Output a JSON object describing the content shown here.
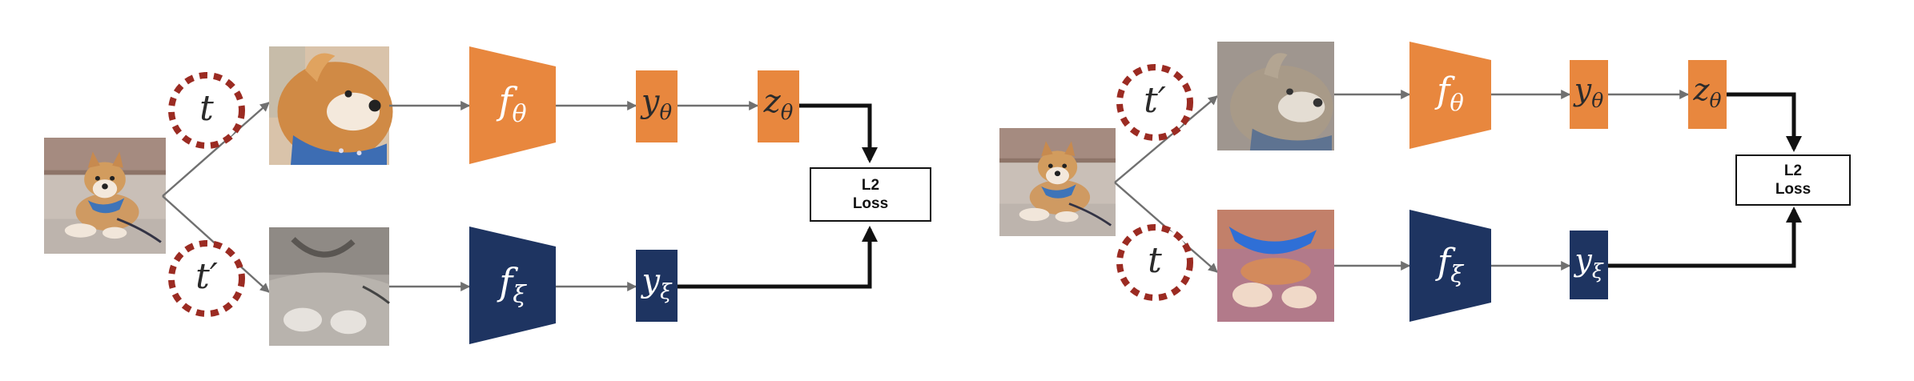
{
  "colors": {
    "online": "#E8873E",
    "target": "#1E3461",
    "aug_circle": "#9B2B22",
    "thin_arrow": "#707070",
    "loss_arrow": "#111111"
  },
  "left": {
    "aug_top": {
      "symbol": "t"
    },
    "aug_bottom": {
      "symbol": "t",
      "prime": "′"
    },
    "online": {
      "encoder": {
        "base": "f",
        "sub": "θ"
      },
      "projection": {
        "base": "y",
        "sub": "θ"
      },
      "prediction": {
        "base": "z",
        "sub": "θ"
      }
    },
    "target": {
      "encoder": {
        "base": "f",
        "sub": "ξ"
      },
      "projection": {
        "base": "y",
        "sub": "ξ"
      }
    },
    "loss": {
      "line1": "L2",
      "line2": "Loss"
    }
  },
  "right": {
    "aug_top": {
      "symbol": "t",
      "prime": "′"
    },
    "aug_bottom": {
      "symbol": "t"
    },
    "online": {
      "encoder": {
        "base": "f",
        "sub": "θ"
      },
      "projection": {
        "base": "y",
        "sub": "θ"
      },
      "prediction": {
        "base": "z",
        "sub": "θ"
      }
    },
    "target": {
      "encoder": {
        "base": "f",
        "sub": "ξ"
      },
      "projection": {
        "base": "y",
        "sub": "ξ"
      }
    },
    "loss": {
      "line1": "L2",
      "line2": "Loss"
    }
  }
}
